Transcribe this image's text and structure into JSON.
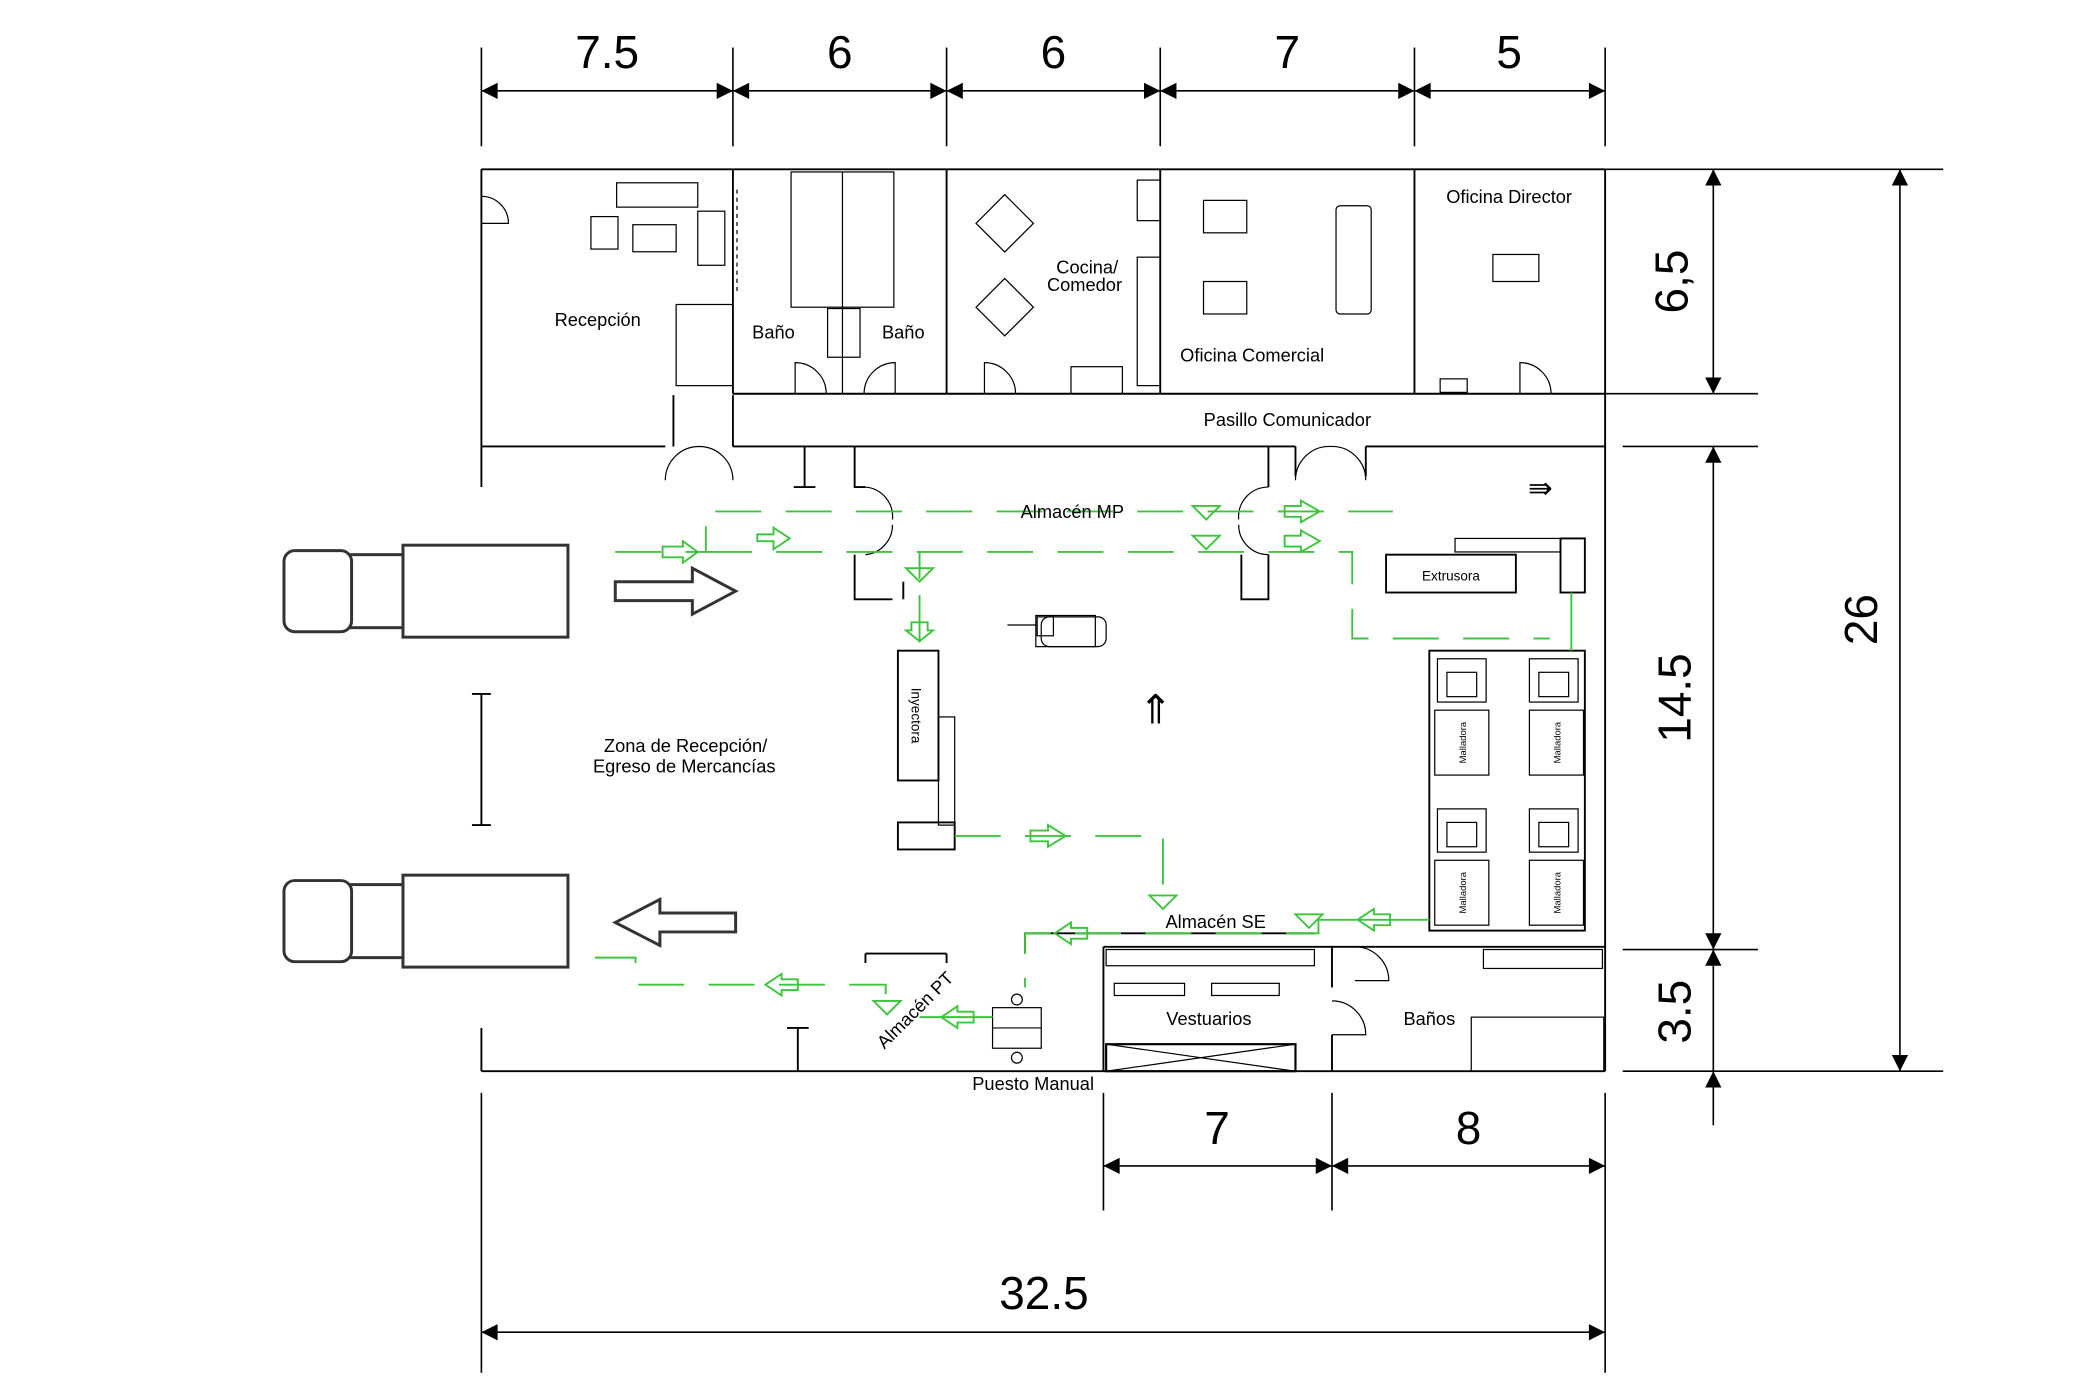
{
  "dimensions": {
    "top": [
      "7.5",
      "6",
      "6",
      "7",
      "5"
    ],
    "right": [
      "6,5",
      "14.5",
      "3.5"
    ],
    "total_height": "26",
    "bottom": [
      "7",
      "8"
    ],
    "total_width": "32.5"
  },
  "rooms": {
    "reception": "Recepción",
    "bath_left": "Baño",
    "bath_right": "Baño",
    "kitchen_line1": "Cocina/",
    "kitchen_line2": "Comedor",
    "commercial_office": "Oficina Comercial",
    "director_office": "Oficina Director",
    "corridor": "Pasillo Comunicador",
    "raw_material_store": "Almacén MP",
    "reception_zone_line1": "Zona de Recepción/",
    "reception_zone_line2": "Egreso de Mercancías",
    "semi_finished_store": "Almacén SE",
    "finished_store": "Almacén PT",
    "manual_station": "Puesto Manual",
    "locker_rooms": "Vestuarios",
    "bathrooms": "Baños"
  },
  "equipment": {
    "extruder": "Extrusora",
    "injector": "Inyectora",
    "mesh_machines": [
      "Malladora",
      "Malladora",
      "Malladora",
      "Malladora"
    ]
  },
  "colors": {
    "flow": "#3cc43c",
    "lines": "#000000"
  }
}
